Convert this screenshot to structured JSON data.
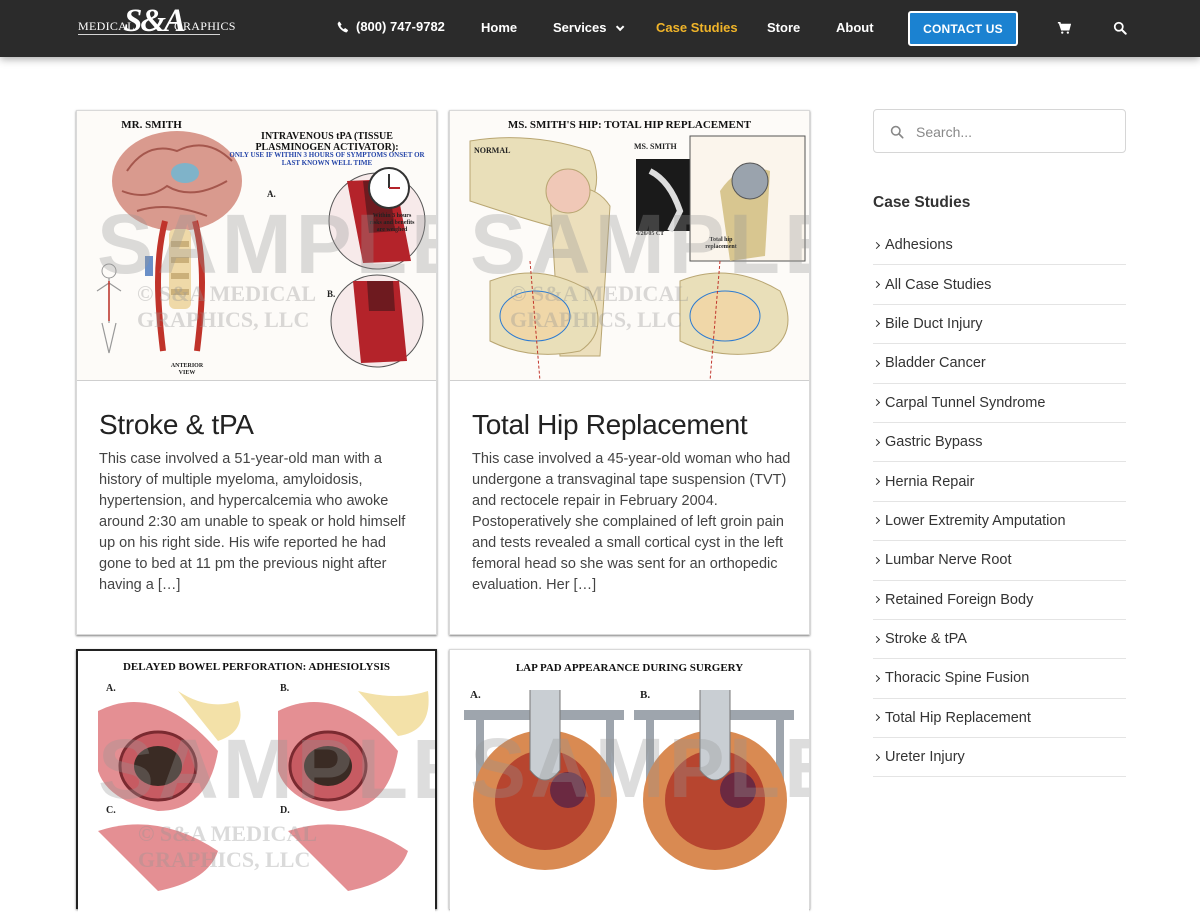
{
  "header": {
    "logo": {
      "left_word": "MEDICAL",
      "mark": "S&A",
      "right_word": "GRAPHICS"
    },
    "phone": "(800) 747-9782",
    "nav": [
      {
        "label": "Home"
      },
      {
        "label": "Services"
      },
      {
        "label": "Case Studies"
      },
      {
        "label": "Store"
      },
      {
        "label": "About"
      }
    ],
    "contact_label": "CONTACT US",
    "icons": [
      "phone-icon",
      "cart-icon",
      "search-icon"
    ],
    "accent_color": "#f0b429",
    "button_color": "#1b82d1"
  },
  "cards": [
    {
      "title": "Stroke & tPA",
      "excerpt": "This case involved a 51-year-old man with a history of multiple myeloma, amyloidosis, hypertension, and hypercalcemia who awoke around 2:30 am unable to speak or hold himself up on his right side. His wife reported he had gone to bed at 11 pm the previous night after having a […]",
      "illus_title": "MR. SMITH",
      "illus_sub": "INTRAVENOUS tPA (TISSUE PLASMINOGEN ACTIVATOR):",
      "illus_note": "ONLY USE IF WITHIN 3 HOURS OF SYMPTOMS ONSET OR LAST KNOWN WELL TIME",
      "labels": [
        "A.",
        "B.",
        "Within 3 hours risks and benefits are weighed",
        "ANTERIOR VIEW"
      ]
    },
    {
      "title": "Total Hip Replacement",
      "excerpt": "This case involved a 45-year-old woman who had undergone a transvaginal tape suspension (TVT) and rectocele repair in February 2004. Postoperatively she complained of left groin pain and tests revealed a small cortical cyst in the left femoral head so she was sent for an orthopedic evaluation. Her […]",
      "illus_title": "MS. SMITH'S HIP: TOTAL HIP REPLACEMENT",
      "labels": [
        "NORMAL",
        "MS. SMITH",
        "4/26/05 CT",
        "Total hip replacement"
      ]
    },
    {
      "illus_title": "DELAYED BOWEL PERFORATION: ADHESIOLYSIS",
      "labels": [
        "A.",
        "B.",
        "C.",
        "D."
      ]
    },
    {
      "illus_title": "LAP PAD APPEARANCE DURING SURGERY",
      "labels": [
        "A.",
        "B."
      ]
    }
  ],
  "watermark": {
    "text": "SAMPLE",
    "sub": "© S&A MEDICAL GRAPHICS, LLC"
  },
  "sidebar": {
    "search_placeholder": "Search...",
    "title": "Case Studies",
    "items": [
      "Adhesions",
      "All Case Studies",
      "Bile Duct Injury",
      "Bladder Cancer",
      "Carpal Tunnel Syndrome",
      "Gastric Bypass",
      "Hernia Repair",
      "Lower Extremity Amputation",
      "Lumbar Nerve Root",
      "Retained Foreign Body",
      "Stroke & tPA",
      "Thoracic Spine Fusion",
      "Total Hip Replacement",
      "Ureter Injury"
    ]
  }
}
